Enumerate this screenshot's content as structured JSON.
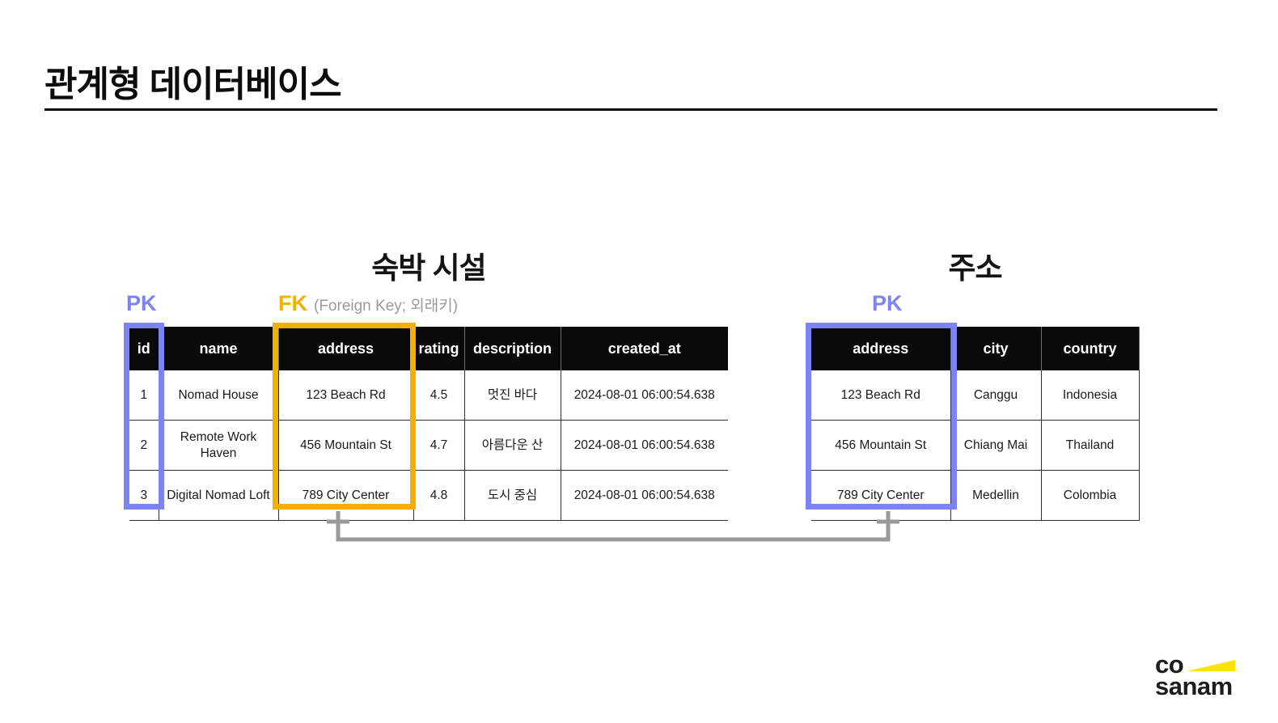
{
  "page": {
    "title": "관계형 데이터베이스"
  },
  "colors": {
    "pk": "#7d83f2",
    "fk": "#f3b000",
    "header_bg": "#0a0a0a",
    "connector": "#9a9a9a",
    "logo_yellow": "#ffe300"
  },
  "left_table": {
    "title": "숙박 시설",
    "pk_label": "PK",
    "fk_label": "FK",
    "fk_note": "(Foreign Key; 외래키)",
    "columns": [
      "id",
      "name",
      "address",
      "rating",
      "description",
      "created_at"
    ],
    "rows": [
      [
        "1",
        "Nomad House",
        "123 Beach Rd",
        "4.5",
        "멋진 바다",
        "2024-08-01 06:00:54.638"
      ],
      [
        "2",
        "Remote Work Haven",
        "456 Mountain St",
        "4.7",
        "아름다운 산",
        "2024-08-01 06:00:54.638"
      ],
      [
        "3",
        "Digital Nomad Loft",
        "789 City Center",
        "4.8",
        "도시 중심",
        "2024-08-01 06:00:54.638"
      ]
    ]
  },
  "right_table": {
    "title": "주소",
    "pk_label": "PK",
    "columns": [
      "address",
      "city",
      "country"
    ],
    "rows": [
      [
        "123 Beach Rd",
        "Canggu",
        "Indonesia"
      ],
      [
        "456 Mountain St",
        "Chiang Mai",
        "Thailand"
      ],
      [
        "789 City Center",
        "Medellin",
        "Colombia"
      ]
    ]
  },
  "logo": {
    "line1": "co",
    "line2": "sanam"
  }
}
